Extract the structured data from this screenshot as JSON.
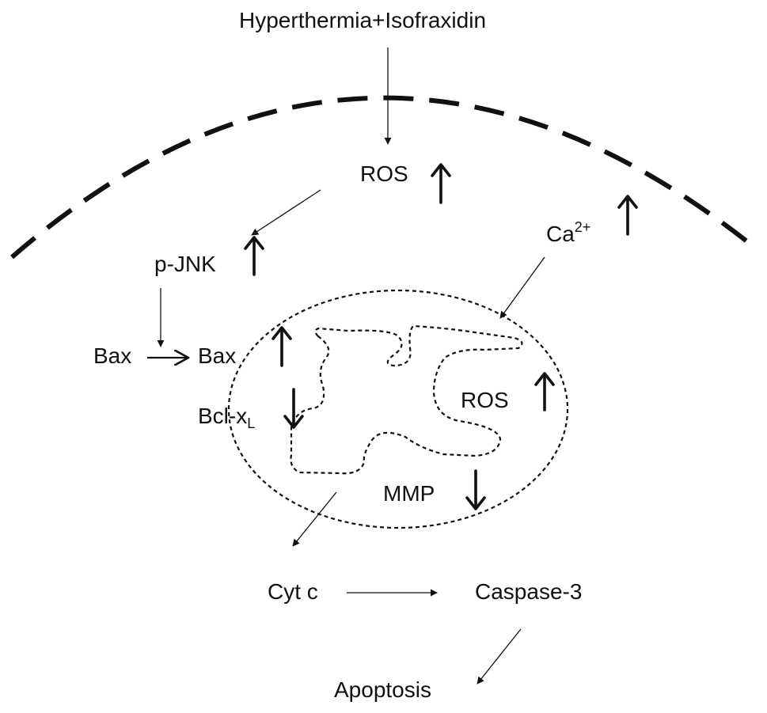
{
  "labels": {
    "treatment": "Hyperthermia+Isofraxidin",
    "ros_cytosol": "ROS",
    "calcium_base": "Ca",
    "calcium_charge": "2+",
    "pjnk": "p-JNK",
    "bax_cytosol": "Bax",
    "bax_mito": "Bax",
    "bclxl_base": "Bcl-x",
    "bclxl_sub": "L",
    "ros_mito": "ROS",
    "mmp": "MMP",
    "cytc": "Cyt c",
    "caspase3": "Caspase-3",
    "apoptosis": "Apoptosis"
  },
  "changes": {
    "ros_cytosol": "up",
    "calcium": "up",
    "pjnk": "up",
    "bax_mito": "up",
    "bclxl": "down",
    "ros_mito": "up",
    "mmp": "down"
  }
}
